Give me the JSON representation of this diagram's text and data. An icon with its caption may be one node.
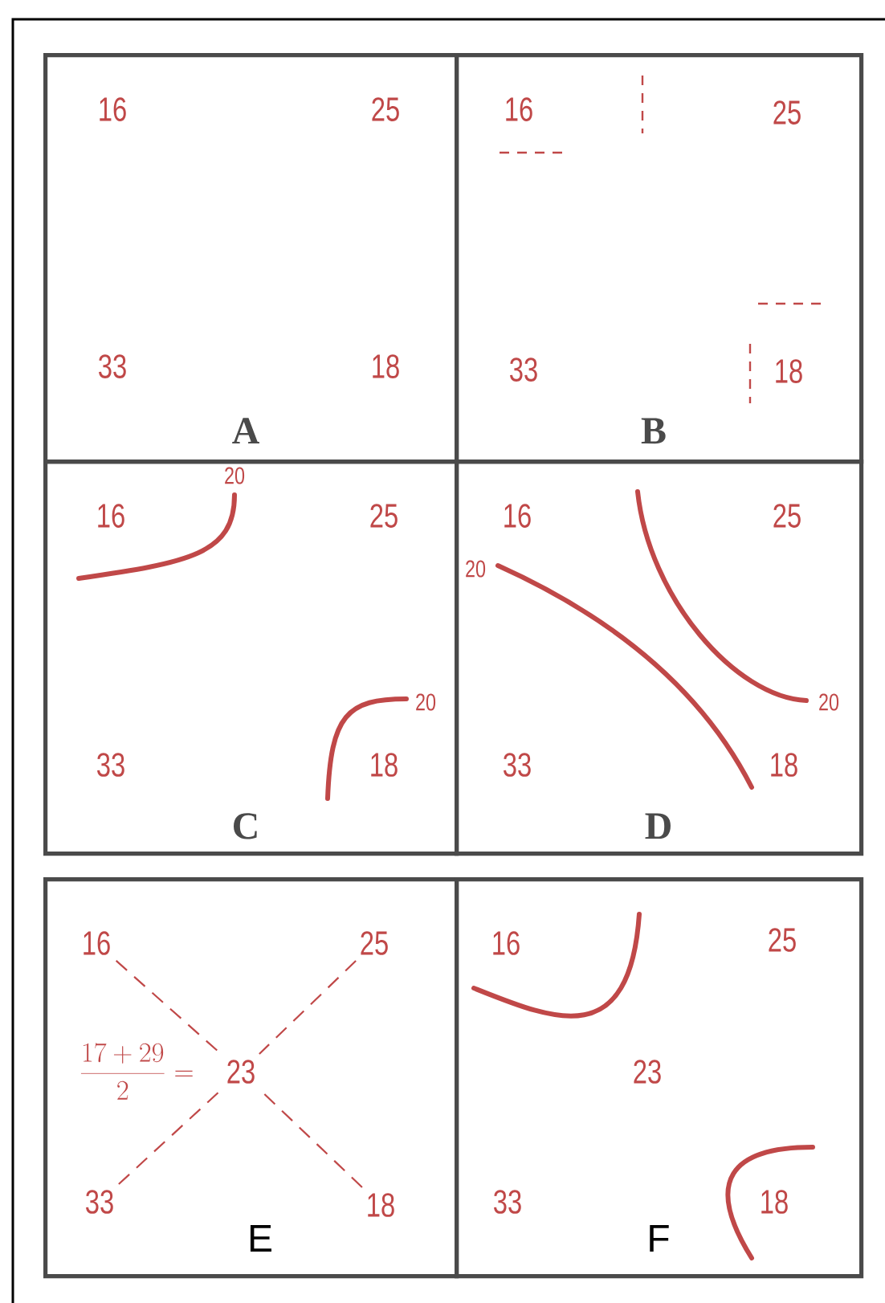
{
  "diagram": {
    "nodes": [
      {
        "text": [
          "A"
        ]
      },
      {
        "text": [
          "B"
        ]
      },
      {
        "text": [
          "C"
        ]
      },
      {
        "text": [
          "D"
        ]
      },
      {
        "text": [
          "E"
        ]
      },
      {
        "text": [
          "F"
        ]
      },
      {
        "text": [
          "16"
        ],
        "in": 4
      },
      {
        "text": [
          "25"
        ],
        "in": 4
      },
      {
        "text": [
          "23"
        ],
        "in": 4
      },
      {
        "text": [
          "33"
        ],
        "in": 4
      },
      {
        "text": [
          "18"
        ],
        "in": 4
      }
    ],
    "edges": [
      {
        "from": 6,
        "to": 8,
        "arrow": "none",
        "style": "dashed"
      },
      {
        "from": 7,
        "to": 8,
        "arrow": "none",
        "style": "dashed"
      },
      {
        "from": 9,
        "to": 8,
        "arrow": "none",
        "style": "dashed"
      },
      {
        "from": 10,
        "to": 8,
        "arrow": "none",
        "style": "dashed"
      }
    ],
    "labels": [
      "16",
      "25",
      "33",
      "18",
      "16",
      "25",
      "33",
      "18",
      "20",
      "16",
      "25",
      "20",
      "33",
      "18",
      "16",
      "20",
      "25",
      "20",
      "33",
      "18",
      "\\frac{17+29}{2} =",
      "16",
      "25",
      "23",
      "33",
      "18"
    ]
  }
}
